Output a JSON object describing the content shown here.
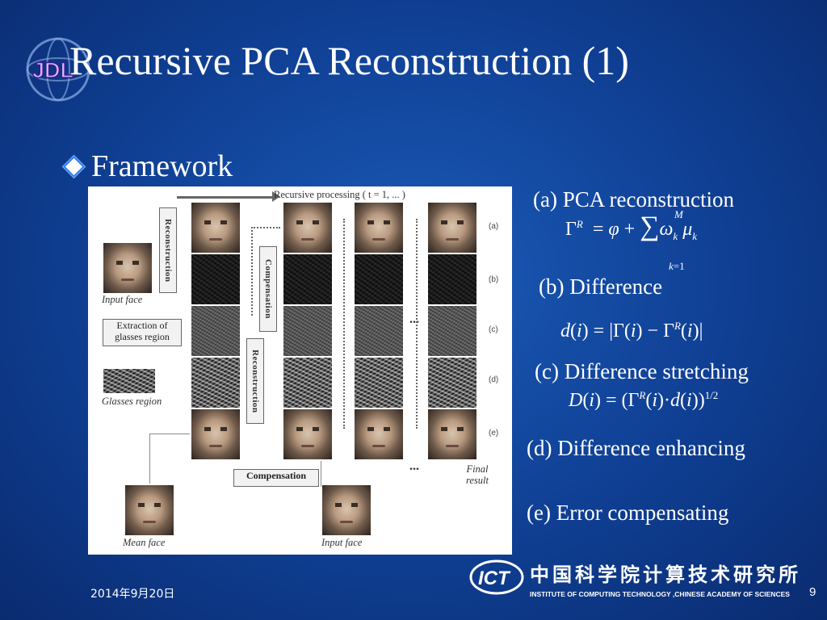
{
  "slide": {
    "title": "Recursive PCA Reconstruction (1)",
    "logo_text": "JDL",
    "bullet": "Framework"
  },
  "figure": {
    "top_label": "Recursive processing ( t = 1, ... )",
    "reconstruction_label": "Reconstruction",
    "compensation_label": "Compensation",
    "extraction_label": "Extraction of glasses region",
    "compensation_box": "Compensation",
    "input_face_caption": "Input face",
    "glasses_region_caption": "Glasses region",
    "mean_face_caption": "Mean face",
    "input_face_bottom_caption": "Input face",
    "final_result_caption": "Final result",
    "row_labels": [
      "(a)",
      "(b)",
      "(c)",
      "(d)",
      "(e)"
    ],
    "ellipsis": "..."
  },
  "annotations": {
    "a": "(a) PCA reconstruction",
    "b": "(b) Difference",
    "c": "(c) Difference stretching",
    "d": "(d) Difference enhancing",
    "e": "(e) Error compensating"
  },
  "footer": {
    "date": "2014年9月20日",
    "page": "9",
    "org_cn": "中国科学院计算技术研究所",
    "org_en": "INSTITUTE OF COMPUTING TECHNOLOGY ,CHINESE ACADEMY OF SCIENCES",
    "org_logo_text": "ICT"
  }
}
